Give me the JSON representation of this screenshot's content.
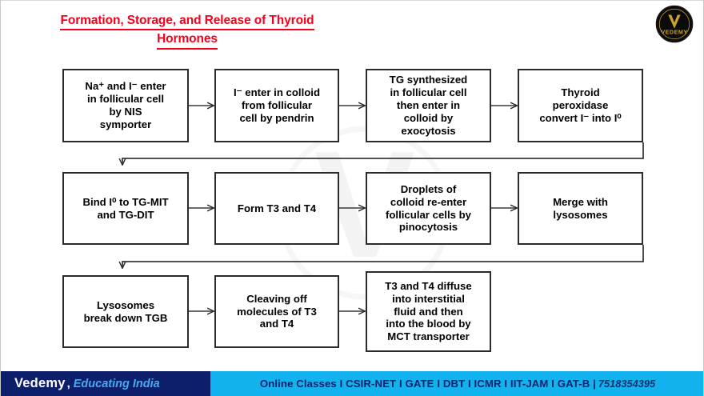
{
  "title": {
    "line1": "Formation, Storage, and Release of Thyroid",
    "line2": "Hormones",
    "color": "#f5001c"
  },
  "logo": {
    "mark": "V",
    "wordmark": "VEDEMY",
    "gold": "#c9a227",
    "background": "#0b0b0b"
  },
  "watermark": {
    "text": "VEDEMY"
  },
  "flow": {
    "rows": [
      {
        "row_label": "row-1",
        "nodes": [
          {
            "id": "node-na-i-enter",
            "name": "node-na-i-enter-follicular-cell",
            "lines": [
              "Na+ and I- enter",
              "in follicular cell",
              "by NIS",
              "symporter"
            ],
            "text": "Na⁺ and I⁻ enter\nin follicular cell\nby NIS\nsymporter"
          },
          {
            "id": "node-i-enter-colloid",
            "name": "node-i-enter-colloid-pendrin",
            "lines": [
              "I- enter in colloid",
              "from follicular",
              "cell by pendrin"
            ],
            "text": "I⁻ enter in colloid\nfrom follicular\ncell by pendrin"
          },
          {
            "id": "node-tg-synthesized",
            "name": "node-tg-synthesized-exocytosis",
            "lines": [
              "TG synthesized",
              "in follicular cell",
              "then enter in",
              "colloid by",
              "exocytosis"
            ],
            "text": "TG synthesized\nin follicular cell\nthen enter in\ncolloid by\nexocytosis"
          },
          {
            "id": "node-thyroid-peroxidase",
            "name": "node-thyroid-peroxidase-convert",
            "lines": [
              "Thyroid",
              "peroxidase",
              "convert I- into I0"
            ],
            "text": "Thyroid\nperoxidase\nconvert I⁻ into I⁰"
          }
        ]
      },
      {
        "row_label": "row-2",
        "nodes": [
          {
            "id": "node-bind-i-tg",
            "name": "node-bind-iodine-tg-mit-dit",
            "lines": [
              "Bind I0 to TG-MIT",
              "and TG-DIT"
            ],
            "text": "Bind I⁰ to TG-MIT\nand TG-DIT"
          },
          {
            "id": "node-form-t3-t4",
            "name": "node-form-t3-and-t4",
            "lines": [
              "Form T3 and T4"
            ],
            "text": "Form T3 and T4"
          },
          {
            "id": "node-droplets-colloid",
            "name": "node-droplets-colloid-pinocytosis",
            "lines": [
              "Droplets of",
              "colloid re-enter",
              "follicular cells by",
              "pinocytosis"
            ],
            "text": "Droplets of\ncolloid re-enter\nfollicular cells by\npinocytosis"
          },
          {
            "id": "node-merge-lysosomes",
            "name": "node-merge-with-lysosomes",
            "lines": [
              "Merge with",
              "lysosomes"
            ],
            "text": "Merge with\nlysosomes"
          }
        ]
      },
      {
        "row_label": "row-3",
        "nodes": [
          {
            "id": "node-lysosomes-break-tgb",
            "name": "node-lysosomes-break-down-tgb",
            "lines": [
              "Lysosomes",
              "break down TGB"
            ],
            "text": "Lysosomes\nbreak down TGB"
          },
          {
            "id": "node-cleaving-off",
            "name": "node-cleaving-off-molecules",
            "lines": [
              "Cleaving off",
              "molecules of T3",
              "and T4"
            ],
            "text": "Cleaving off\nmolecules of T3\nand T4"
          },
          {
            "id": "node-t3-t4-diffuse",
            "name": "node-t3-t4-diffuse-mct",
            "lines": [
              "T3 and T4 diffuse",
              "into interstitial",
              "fluid and then",
              "into the blood by",
              "MCT transporter"
            ],
            "text": "T3 and T4 diffuse\ninto interstitial\nfluid and then\ninto the blood by\nMCT transporter"
          }
        ]
      }
    ]
  },
  "footer": {
    "brand": "Vedemy",
    "separator": ",",
    "tagline": "Educating India",
    "courses": "Online Classes I CSIR-NET I GATE I DBT I ICMR I IIT-JAM I GAT-B |",
    "phone": "7518354395",
    "left_bg": "#0d1f6b",
    "right_bg": "#12b2ef",
    "courses_color": "#0d1f6b"
  }
}
